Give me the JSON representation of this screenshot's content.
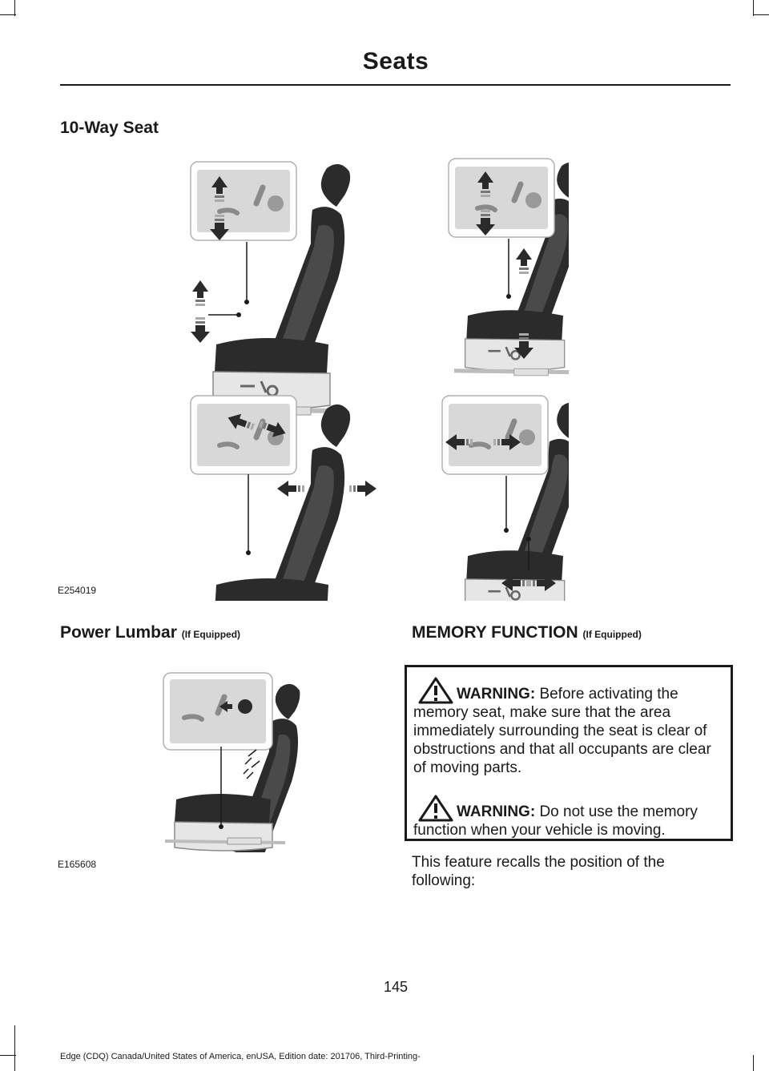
{
  "header": {
    "title": "Seats"
  },
  "section_ten_way": {
    "title": "10-Way Seat"
  },
  "figure_ten_way": {
    "id": "E254019"
  },
  "section_lumbar": {
    "title": "Power Lumbar",
    "qualifier": "(If Equipped)"
  },
  "figure_lumbar": {
    "id": "E165608"
  },
  "section_memory": {
    "title": "MEMORY FUNCTION",
    "qualifier": "(If Equipped)"
  },
  "warnings": [
    {
      "label": "WARNING:",
      "text": "Before activating the memory seat, make sure that the area immediately surrounding the seat is clear of obstructions and that all occupants are clear of moving parts."
    },
    {
      "label": "WARNING:",
      "text": "Do not use the memory function when your vehicle is moving."
    }
  ],
  "body": {
    "text": "This feature recalls the position of the following:"
  },
  "page_number": "145",
  "footer": {
    "text": "Edge (CDQ) Canada/United States of America, enUSA, Edition date: 201706, Third-Printing-"
  },
  "colors": {
    "text": "#1a1a1a",
    "seat_dark": "#2b2b2b",
    "seat_light": "#e6e6e6",
    "panel": "#d8d8d8",
    "arrow": "#2a2a2a"
  }
}
